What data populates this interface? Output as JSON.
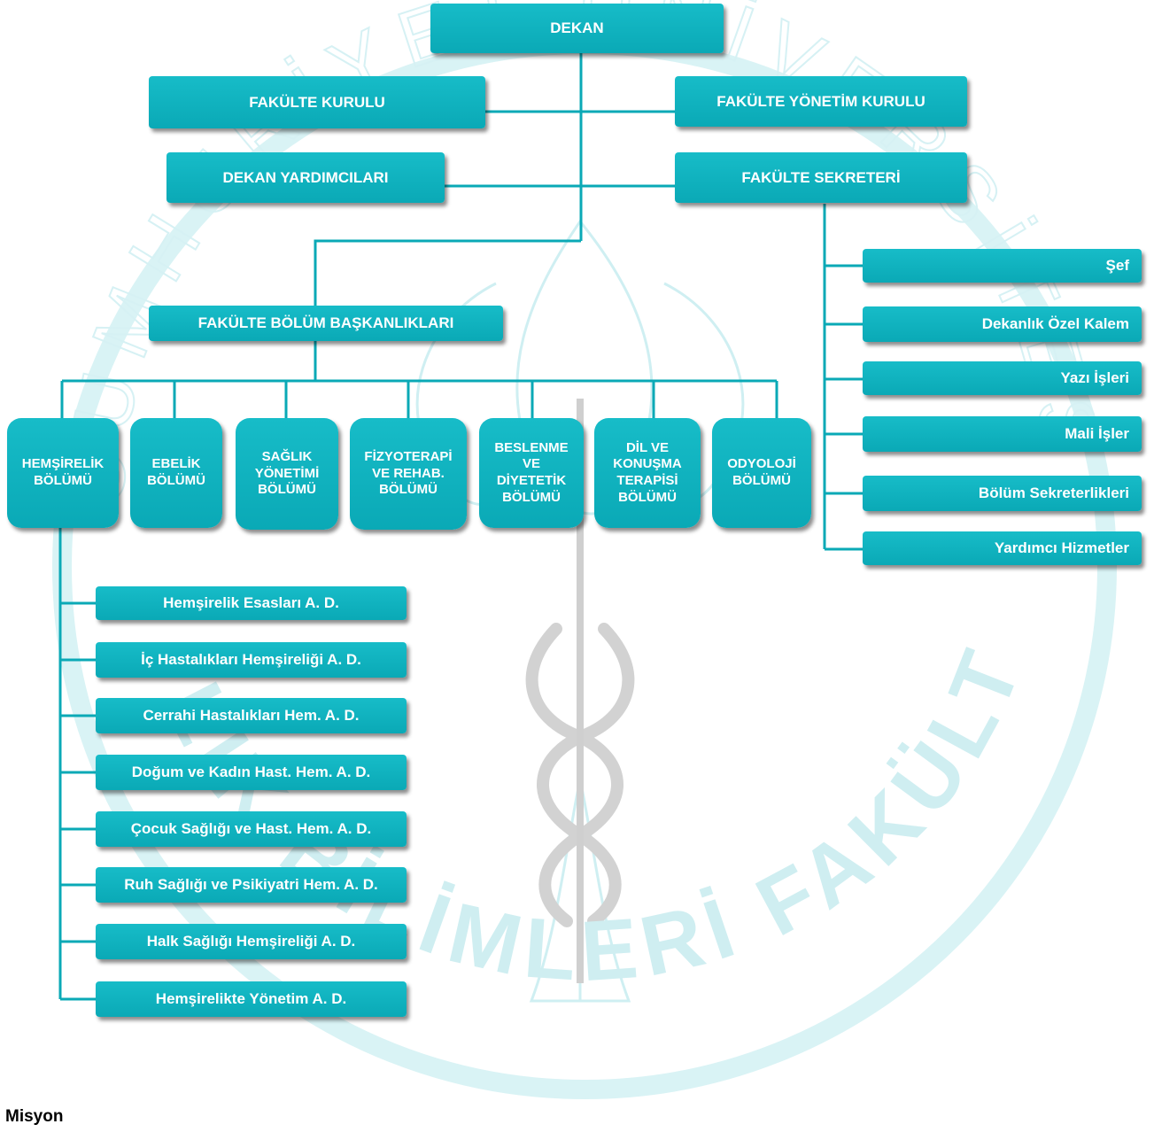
{
  "colors": {
    "box": "#0fb2bf",
    "line": "#0aa9b6",
    "watermark": "#c6eef1"
  },
  "watermark_text": {
    "top": "CUMHURİYET ÜNİVERSİTESİ",
    "bottom": "SAĞLIK BİLİMLERİ FAKÜLTESİ"
  },
  "org": {
    "dean": "DEKAN",
    "faculty_board": "FAKÜLTE KURULU",
    "executive_board": "FAKÜLTE YÖNETİM KURULU",
    "vice_deans": "DEKAN YARDIMCILARI",
    "secretary": "FAKÜLTE SEKRETERİ",
    "department_heads": "FAKÜLTE BÖLÜM BAŞKANLIKLARI",
    "departments": [
      "HEMŞİRELİK\nBÖLÜMÜ",
      "EBELİK\nBÖLÜMÜ",
      "SAĞLIK\nYÖNETİMİ\nBÖLÜMÜ",
      "FİZYOTERAPİ\nVE REHAB.\nBÖLÜMÜ",
      "BESLENME\nVE\nDİYETETİK\nBÖLÜMÜ",
      "DİL VE\nKONUŞMA\nTERAPİSİ\nBÖLÜMÜ",
      "ODYOLOJİ\nBÖLÜMÜ"
    ],
    "secretary_units": [
      "Şef",
      "Dekanlık Özel Kalem",
      "Yazı İşleri",
      "Mali İşler",
      "Bölüm Sekreterlikleri",
      "Yardımcı Hizmetler"
    ],
    "nursing_divisions": [
      "Hemşirelik Esasları A. D.",
      "İç Hastalıkları Hemşireliği A. D.",
      "Cerrahi Hastalıkları Hem. A. D.",
      "Doğum ve Kadın Hast. Hem. A. D.",
      "Çocuk Sağlığı ve Hast. Hem. A. D.",
      "Ruh Sağlığı ve Psikiyatri Hem. A. D.",
      "Halk Sağlığı Hemşireliği A. D.",
      "Hemşirelikte Yönetim A. D."
    ]
  },
  "footer": {
    "heading": "Misyon"
  }
}
